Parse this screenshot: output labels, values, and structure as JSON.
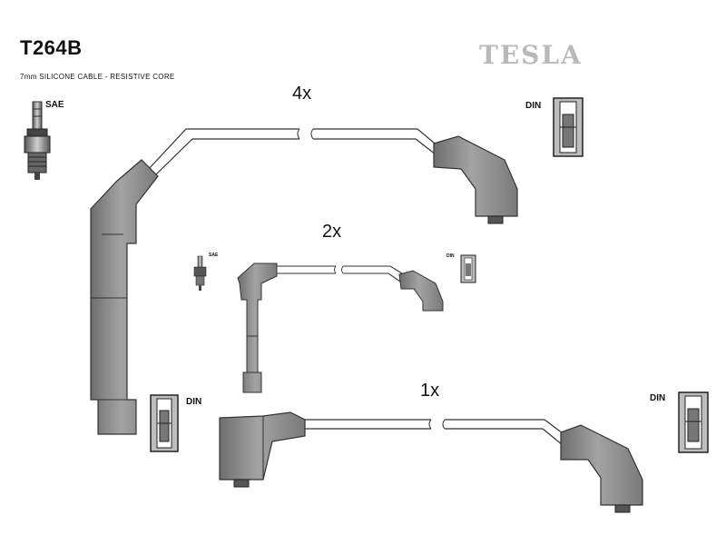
{
  "header": {
    "part_number": "T264B",
    "subtitle": "7mm SILICONE CABLE - RESISTIVE CORE",
    "brand": "TESLA"
  },
  "quantities": {
    "top": "4x",
    "middle": "2x",
    "bottom": "1x"
  },
  "labels": {
    "sae_top": "SAE",
    "din_top": "DIN",
    "sae_small": "SAE",
    "din_small": "DIN",
    "din_left": "DIN",
    "din_right": "DIN"
  },
  "colors": {
    "boot_fill": "#8f8f8f",
    "boot_stroke": "#3a3a3a",
    "cable_stroke": "#333333",
    "brand": "#b9b9b9"
  }
}
